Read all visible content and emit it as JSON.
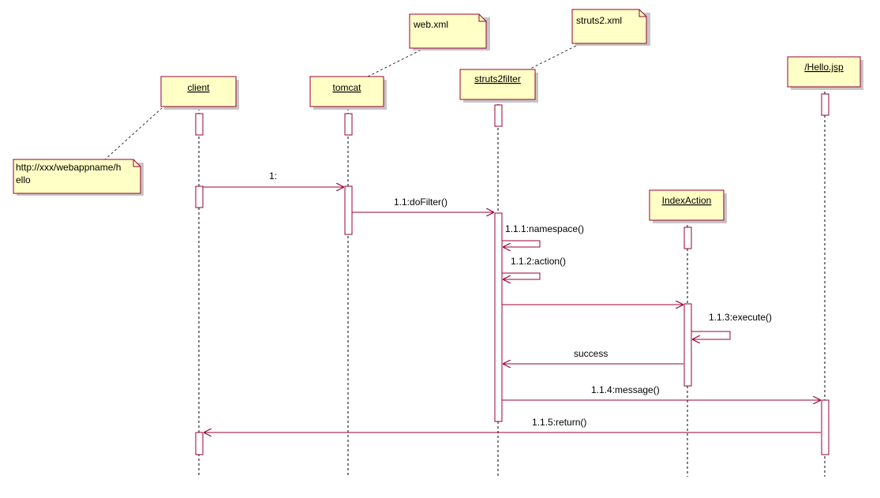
{
  "colors": {
    "box_fill": "#ffffc6",
    "box_stroke": "#990033",
    "shadow": "#c6c6c6",
    "message": "#990033",
    "note_line": "#000000"
  },
  "lifelines": [
    {
      "id": "client",
      "name": "client"
    },
    {
      "id": "tomcat",
      "name": "tomcat"
    },
    {
      "id": "struts2filter",
      "name": "struts2filter"
    },
    {
      "id": "indexaction",
      "name": "IndexAction"
    },
    {
      "id": "hellojsp",
      "name": "/Hello.jsp"
    }
  ],
  "notes": [
    {
      "id": "url",
      "lines": [
        "http://xxx/webappname/h",
        "ello"
      ],
      "attached_to": "client"
    },
    {
      "id": "webxml",
      "lines": [
        "web.xml"
      ],
      "attached_to": "tomcat"
    },
    {
      "id": "struts2xml",
      "lines": [
        "struts2.xml"
      ],
      "attached_to": "struts2filter"
    }
  ],
  "messages": [
    {
      "id": "m1",
      "label": "1:",
      "from": "client",
      "to": "tomcat"
    },
    {
      "id": "m2",
      "label": "1.1:doFilter()",
      "from": "tomcat",
      "to": "struts2filter"
    },
    {
      "id": "m3",
      "label": "1.1.1:namespace()",
      "from": "struts2filter",
      "to": "struts2filter"
    },
    {
      "id": "m4",
      "label": "1.1.2:action()",
      "from": "struts2filter",
      "to": "struts2filter"
    },
    {
      "id": "m5",
      "label": "",
      "from": "struts2filter",
      "to": "indexaction"
    },
    {
      "id": "m6",
      "label": "1.1.3:execute()",
      "from": "indexaction",
      "to": "indexaction"
    },
    {
      "id": "m7",
      "label": "success",
      "from": "indexaction",
      "to": "struts2filter"
    },
    {
      "id": "m8",
      "label": "1.1.4:message()",
      "from": "struts2filter",
      "to": "hellojsp"
    },
    {
      "id": "m9",
      "label": "1.1.5:return()",
      "from": "hellojsp",
      "to": "client"
    }
  ]
}
